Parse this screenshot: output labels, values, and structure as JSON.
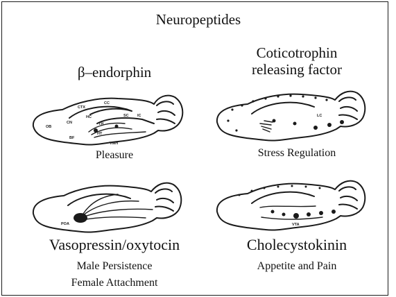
{
  "title": "Neuropeptides",
  "panels": [
    {
      "heading": "β–endorphin",
      "caption": [
        "Pleasure"
      ],
      "region_labels": [
        "OB",
        "CTX",
        "CC",
        "HC",
        "SC",
        "IC",
        "CN",
        "TH",
        "HT",
        "BF",
        "VMH"
      ]
    },
    {
      "heading_lines": [
        "Coticotrophin",
        "releasing factor"
      ],
      "caption": [
        "Stress Regulation"
      ],
      "region_labels": [
        "LC"
      ]
    },
    {
      "heading": "Vasopressin/oxytocin",
      "caption": [
        "Male Persistence",
        "Female Attachment"
      ],
      "region_labels": [
        "POA"
      ]
    },
    {
      "heading": "Cholecystokinin",
      "caption": [
        "Appetite and Pain"
      ],
      "region_labels": [
        "VTA"
      ]
    }
  ]
}
